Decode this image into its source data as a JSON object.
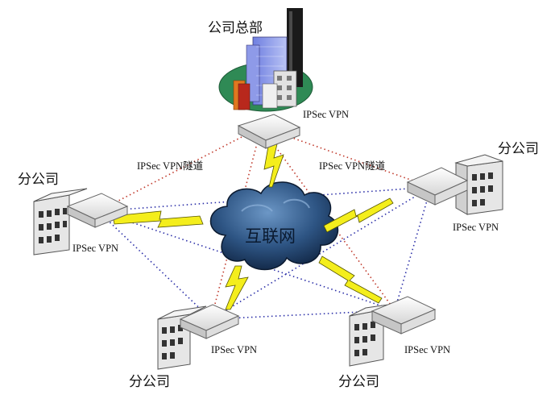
{
  "hq": {
    "name": "公司总部",
    "vpn_label": "IPSec VPN"
  },
  "branches": [
    {
      "name": "分公司",
      "vpn_label": "IPSec VPN"
    },
    {
      "name": "分公司",
      "vpn_label": "IPSec VPN"
    },
    {
      "name": "分公司",
      "vpn_label": "IPSec VPN"
    },
    {
      "name": "分公司",
      "vpn_label": "IPSec VPN"
    }
  ],
  "cloud": {
    "label": "互联网"
  },
  "tunnels": [
    {
      "label": "IPSec VPN隧道"
    },
    {
      "label": "IPSec VPN隧道"
    }
  ],
  "colors": {
    "hq_tunnel": "#c0392b",
    "mesh_tunnel": "#2b2fa8",
    "bolt_fill": "#f4ee1c",
    "cloud_dark": "#0f2340",
    "cloud_light": "#5a86b8",
    "ground": "#2f8a55"
  }
}
